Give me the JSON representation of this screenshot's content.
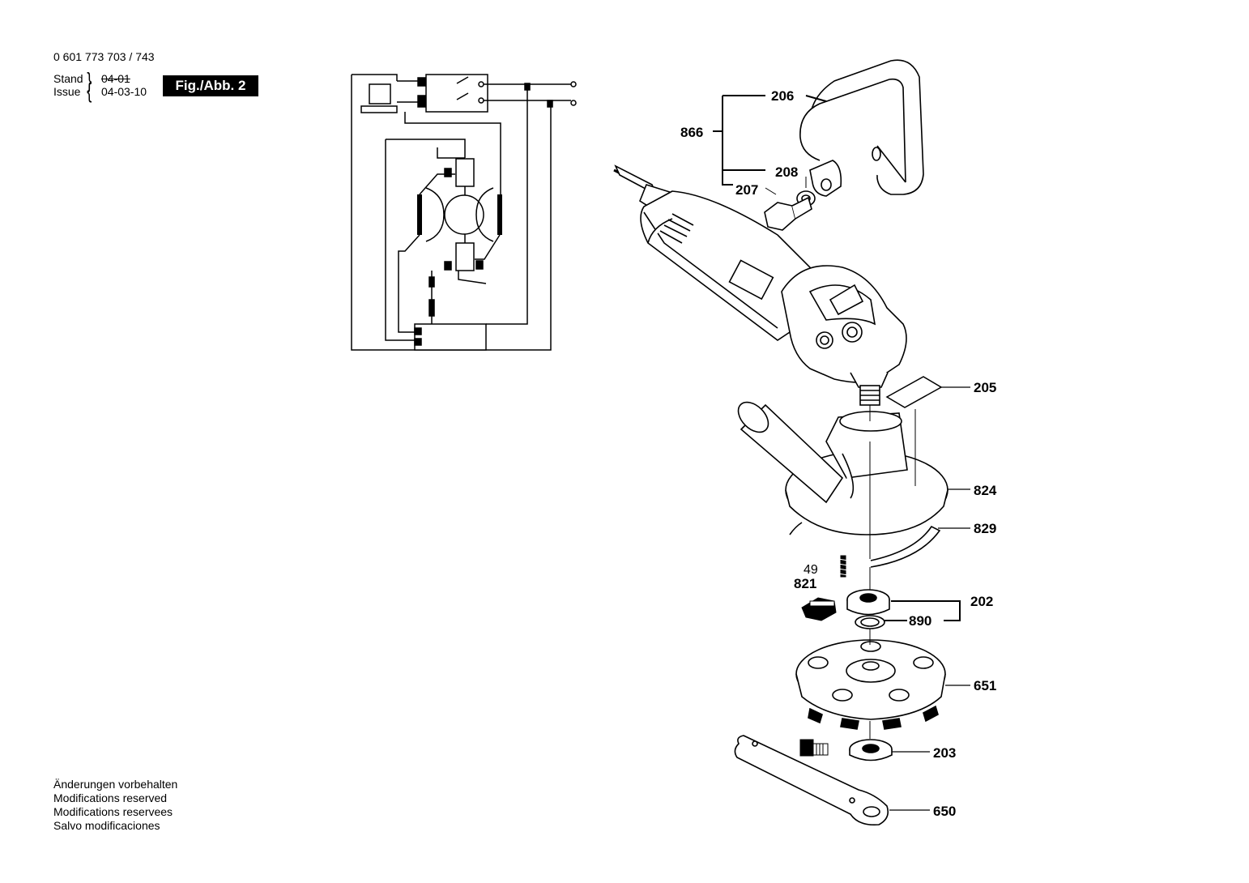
{
  "header": {
    "part_number": "0 601 773 703 / 743",
    "stand_label": "Stand",
    "issue_label": "Issue",
    "stand_value": "04-01",
    "issue_value": "04-03-10",
    "figure_badge": "Fig./Abb. 2"
  },
  "footer": {
    "lines": [
      "Änderungen vorbehalten",
      "Modifications reserved",
      "Modifications reservees",
      "Salvo modificaciones"
    ]
  },
  "callouts": {
    "c206": "206",
    "c866": "866",
    "c208": "208",
    "c207": "207",
    "c205": "205",
    "c824": "824",
    "c829": "829",
    "c49": "49",
    "c821": "821",
    "c202": "202",
    "c890": "890",
    "c651": "651",
    "c203": "203",
    "c650": "650"
  }
}
